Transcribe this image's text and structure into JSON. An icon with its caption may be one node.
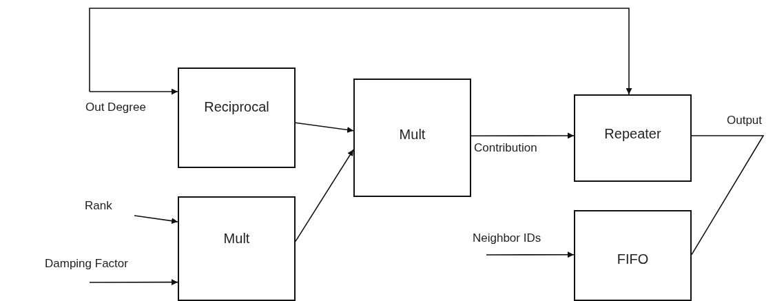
{
  "diagram": {
    "nodes": [
      {
        "text": [
          "Reciprocal"
        ]
      },
      {
        "text": [
          "Mult"
        ]
      },
      {
        "text": [
          "Repeater"
        ]
      },
      {
        "text": [
          "Mult"
        ]
      },
      {
        "text": [
          "FIFO"
        ]
      }
    ],
    "edges": [
      {
        "from": null,
        "to": 0,
        "arrow": "to",
        "label": "Out Degree"
      },
      {
        "from": null,
        "to": 2,
        "arrow": "to"
      },
      {
        "from": null,
        "to": 3,
        "arrow": "to",
        "label": "Rank"
      },
      {
        "from": null,
        "to": 3,
        "arrow": "to",
        "label": "Damping Factor"
      },
      {
        "from": 0,
        "to": 1,
        "arrow": "to"
      },
      {
        "from": 3,
        "to": 1,
        "arrow": "to"
      },
      {
        "from": 1,
        "to": 2,
        "arrow": "to",
        "label": "Contribution"
      },
      {
        "from": null,
        "to": 4,
        "arrow": "to",
        "label": "Neighbor IDs"
      },
      {
        "from": 2,
        "to": 4,
        "arrow": "none",
        "label": "Output"
      }
    ]
  }
}
